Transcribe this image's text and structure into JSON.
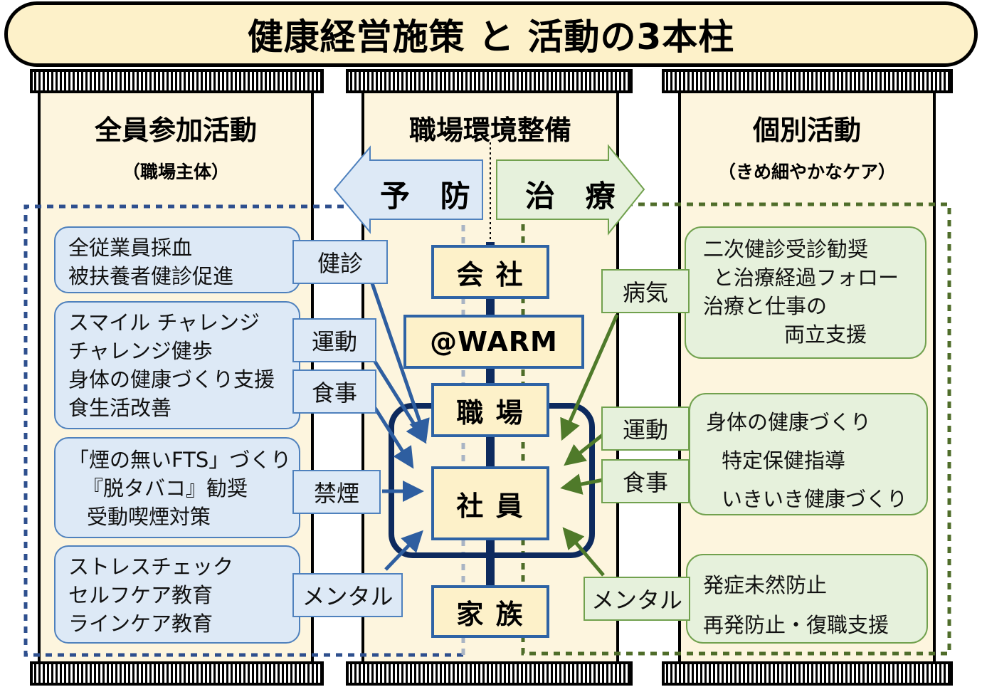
{
  "title": "健康経営施策 と 活動の3本柱",
  "columns": {
    "left": {
      "title": "全員参加活動",
      "subtitle": "（職場主体）"
    },
    "center": {
      "title": "職場環境整備"
    },
    "right": {
      "title": "個別活動",
      "subtitle": "（きめ細やかなケア）"
    }
  },
  "arrows": {
    "prevention": "予 防",
    "treatment": "治 療"
  },
  "center_boxes": {
    "company": "会 社",
    "warm": "@WARM",
    "workplace": "職 場",
    "employee": "社 員",
    "family": "家 族"
  },
  "left_items": [
    {
      "tag": "健診",
      "lines": [
        "全従業員採血",
        "被扶養者健診促進"
      ]
    },
    {
      "tags": [
        "運動",
        "食事"
      ],
      "lines": [
        "スマイル チャレンジ",
        "チャレンジ健歩",
        "身体の健康づくり支援",
        "食生活改善"
      ]
    },
    {
      "tag": "禁煙",
      "lines": [
        "「煙の無いFTS」づくり",
        "『脱タバコ』勧奨",
        "受動喫煙対策"
      ]
    },
    {
      "tag": "メンタル",
      "lines": [
        "ストレスチェック",
        "セルフケア教育",
        "ラインケア教育"
      ]
    }
  ],
  "right_items": [
    {
      "tag": "病気",
      "lines": [
        "二次健診受診勧奨",
        "と治療経過フォロー",
        "治療と仕事の",
        "両立支援"
      ]
    },
    {
      "tags": [
        "運動",
        "食事"
      ],
      "lines": [
        "身体の健康づくり",
        "特定保健指導",
        "いきいき健康づくり"
      ]
    },
    {
      "tag": "メンタル",
      "lines": [
        "発症未然防止",
        "再発防止・復職支援"
      ]
    }
  ],
  "colors": {
    "blue": "#2e63a5",
    "blue_fill": "#dde9f6",
    "green": "#4f7a2a",
    "green_fill": "#e6f1dc",
    "cream": "#fdf5de",
    "navy": "#0d2a5e"
  }
}
